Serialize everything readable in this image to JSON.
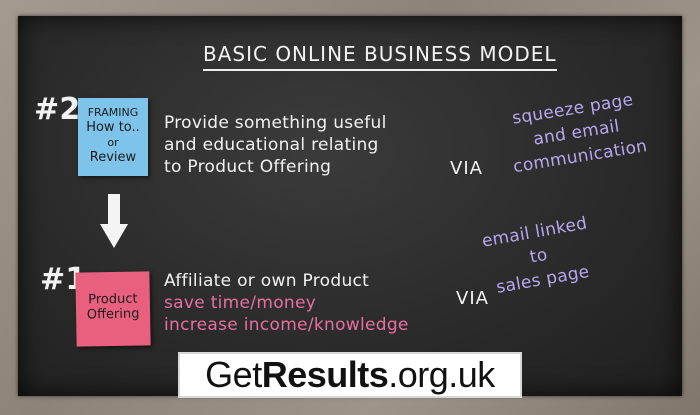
{
  "board": {
    "title": "BASIC ONLINE BUSINESS MODEL",
    "step_top": "#2",
    "step_bottom": "#1",
    "sticky_top": [
      "FRAMING",
      "How to..",
      "or",
      "Review"
    ],
    "sticky_bottom": [
      "Product",
      "Offering"
    ],
    "desc_top": [
      "Provide something useful",
      "and educational relating",
      "to Product Offering"
    ],
    "desc_bottom": {
      "main": "Affiliate or own Product",
      "pink": [
        "save time/money",
        "increase income/knowledge"
      ]
    },
    "via_top": "VIA",
    "via_bottom": "VIA",
    "note_top": [
      "squeeze page",
      "and email",
      "communication"
    ],
    "note_bottom": [
      "email linked",
      "to",
      "sales page"
    ],
    "arrow_icon": "down-arrow-icon",
    "colors": {
      "chalk": "#f2f2f2",
      "blue_sticky": "#7ec4ea",
      "pink_sticky": "#e8607e",
      "pink_chalk": "#e86fa0",
      "purple_chalk": "#b7a8f0"
    }
  },
  "brand": {
    "get": "Get",
    "results": "Results",
    "domain": ".org.uk"
  }
}
